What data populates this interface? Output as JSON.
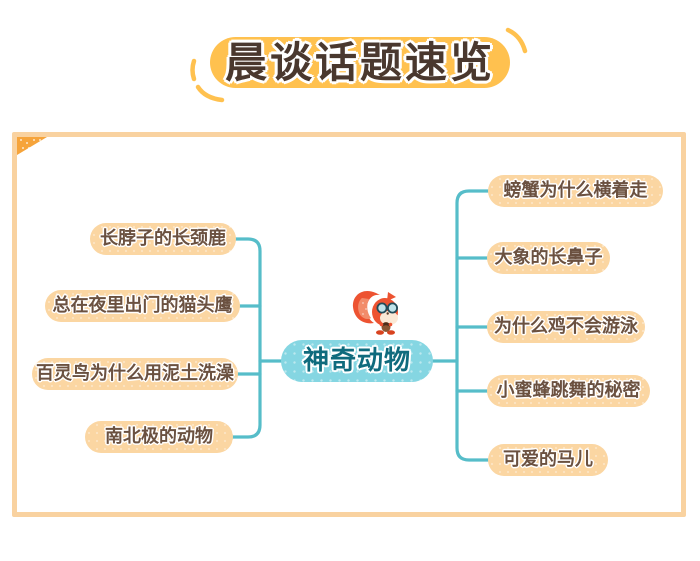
{
  "page": {
    "title": "晨谈话题速览"
  },
  "mindmap": {
    "center_topic": "神奇动物",
    "mascot": "squirrel-with-glasses-icon",
    "left_branches": [
      "长脖子的长颈鹿",
      "总在夜里出门的猫头鹰",
      "百灵鸟为什么用泥土洗澡",
      "南北极的动物"
    ],
    "right_branches": [
      "螃蟹为什么横着走",
      "大象的长鼻子",
      "为什么鸡不会游泳",
      "小蜜蜂跳舞的秘密",
      "可爱的马儿"
    ]
  },
  "colors": {
    "title_badge": "#FFC14F",
    "title_text": "#4A382E",
    "card_border": "#F9D2A0",
    "corner_triangle": "#F6A43B",
    "topic_pill": "#FBD6A2",
    "topic_text": "#6B5140",
    "center_pill": "#85D6E2",
    "center_text": "#0F6B7D",
    "connector": "#56BDC9"
  }
}
